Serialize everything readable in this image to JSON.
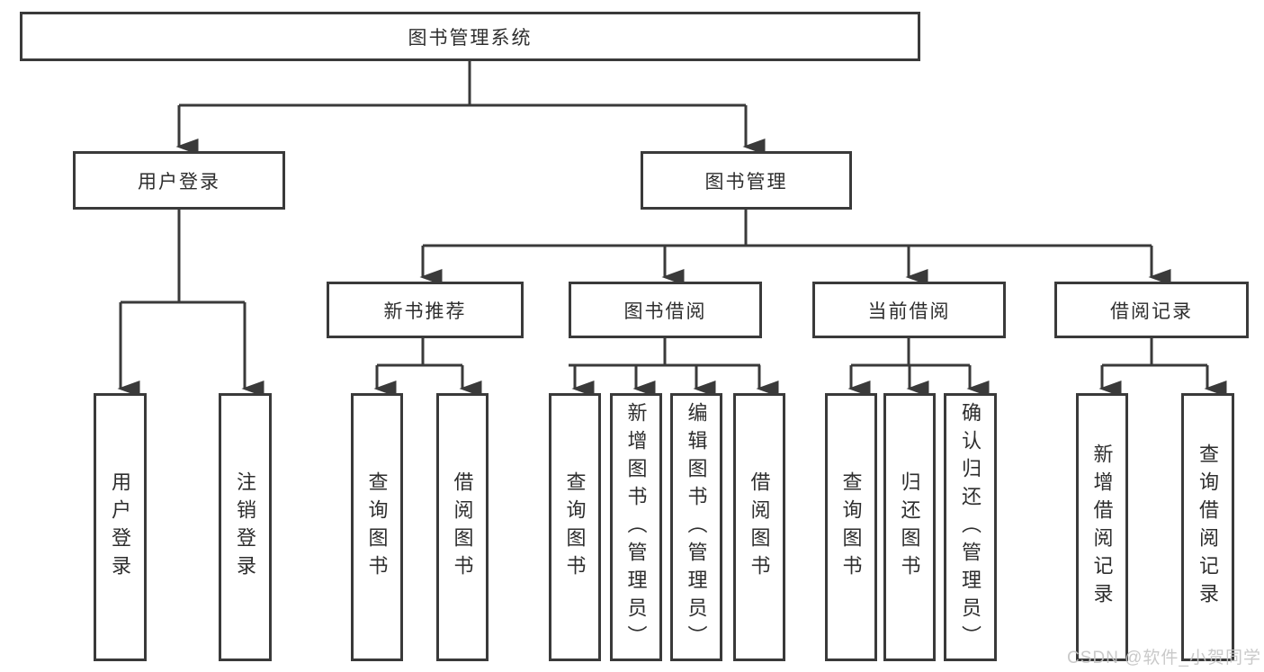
{
  "diagram": {
    "root": {
      "label": "图书管理系统"
    },
    "branches": [
      {
        "label": "用户登录",
        "children": [
          {
            "label": "用户登录"
          },
          {
            "label": "注销登录"
          }
        ]
      },
      {
        "label": "图书管理",
        "children": [
          {
            "label": "新书推荐",
            "children": [
              {
                "label": "查询图书"
              },
              {
                "label": "借阅图书"
              }
            ]
          },
          {
            "label": "图书借阅",
            "children": [
              {
                "label": "查询图书"
              },
              {
                "label": "新增图书（管理员）"
              },
              {
                "label": "编辑图书（管理员）"
              },
              {
                "label": "借阅图书"
              }
            ]
          },
          {
            "label": "当前借阅",
            "children": [
              {
                "label": "查询图书"
              },
              {
                "label": "归还图书"
              },
              {
                "label": "确认归还（管理员）"
              }
            ]
          },
          {
            "label": "借阅记录",
            "children": [
              {
                "label": "新增借阅记录"
              },
              {
                "label": "查询借阅记录"
              }
            ]
          }
        ]
      }
    ],
    "colors": {
      "line": "#3a3a3a",
      "text": "#2e2e2e",
      "background": "#ffffff",
      "watermark": "#c4c4c4"
    },
    "watermark": "CSDN @软件_小贺同学"
  }
}
